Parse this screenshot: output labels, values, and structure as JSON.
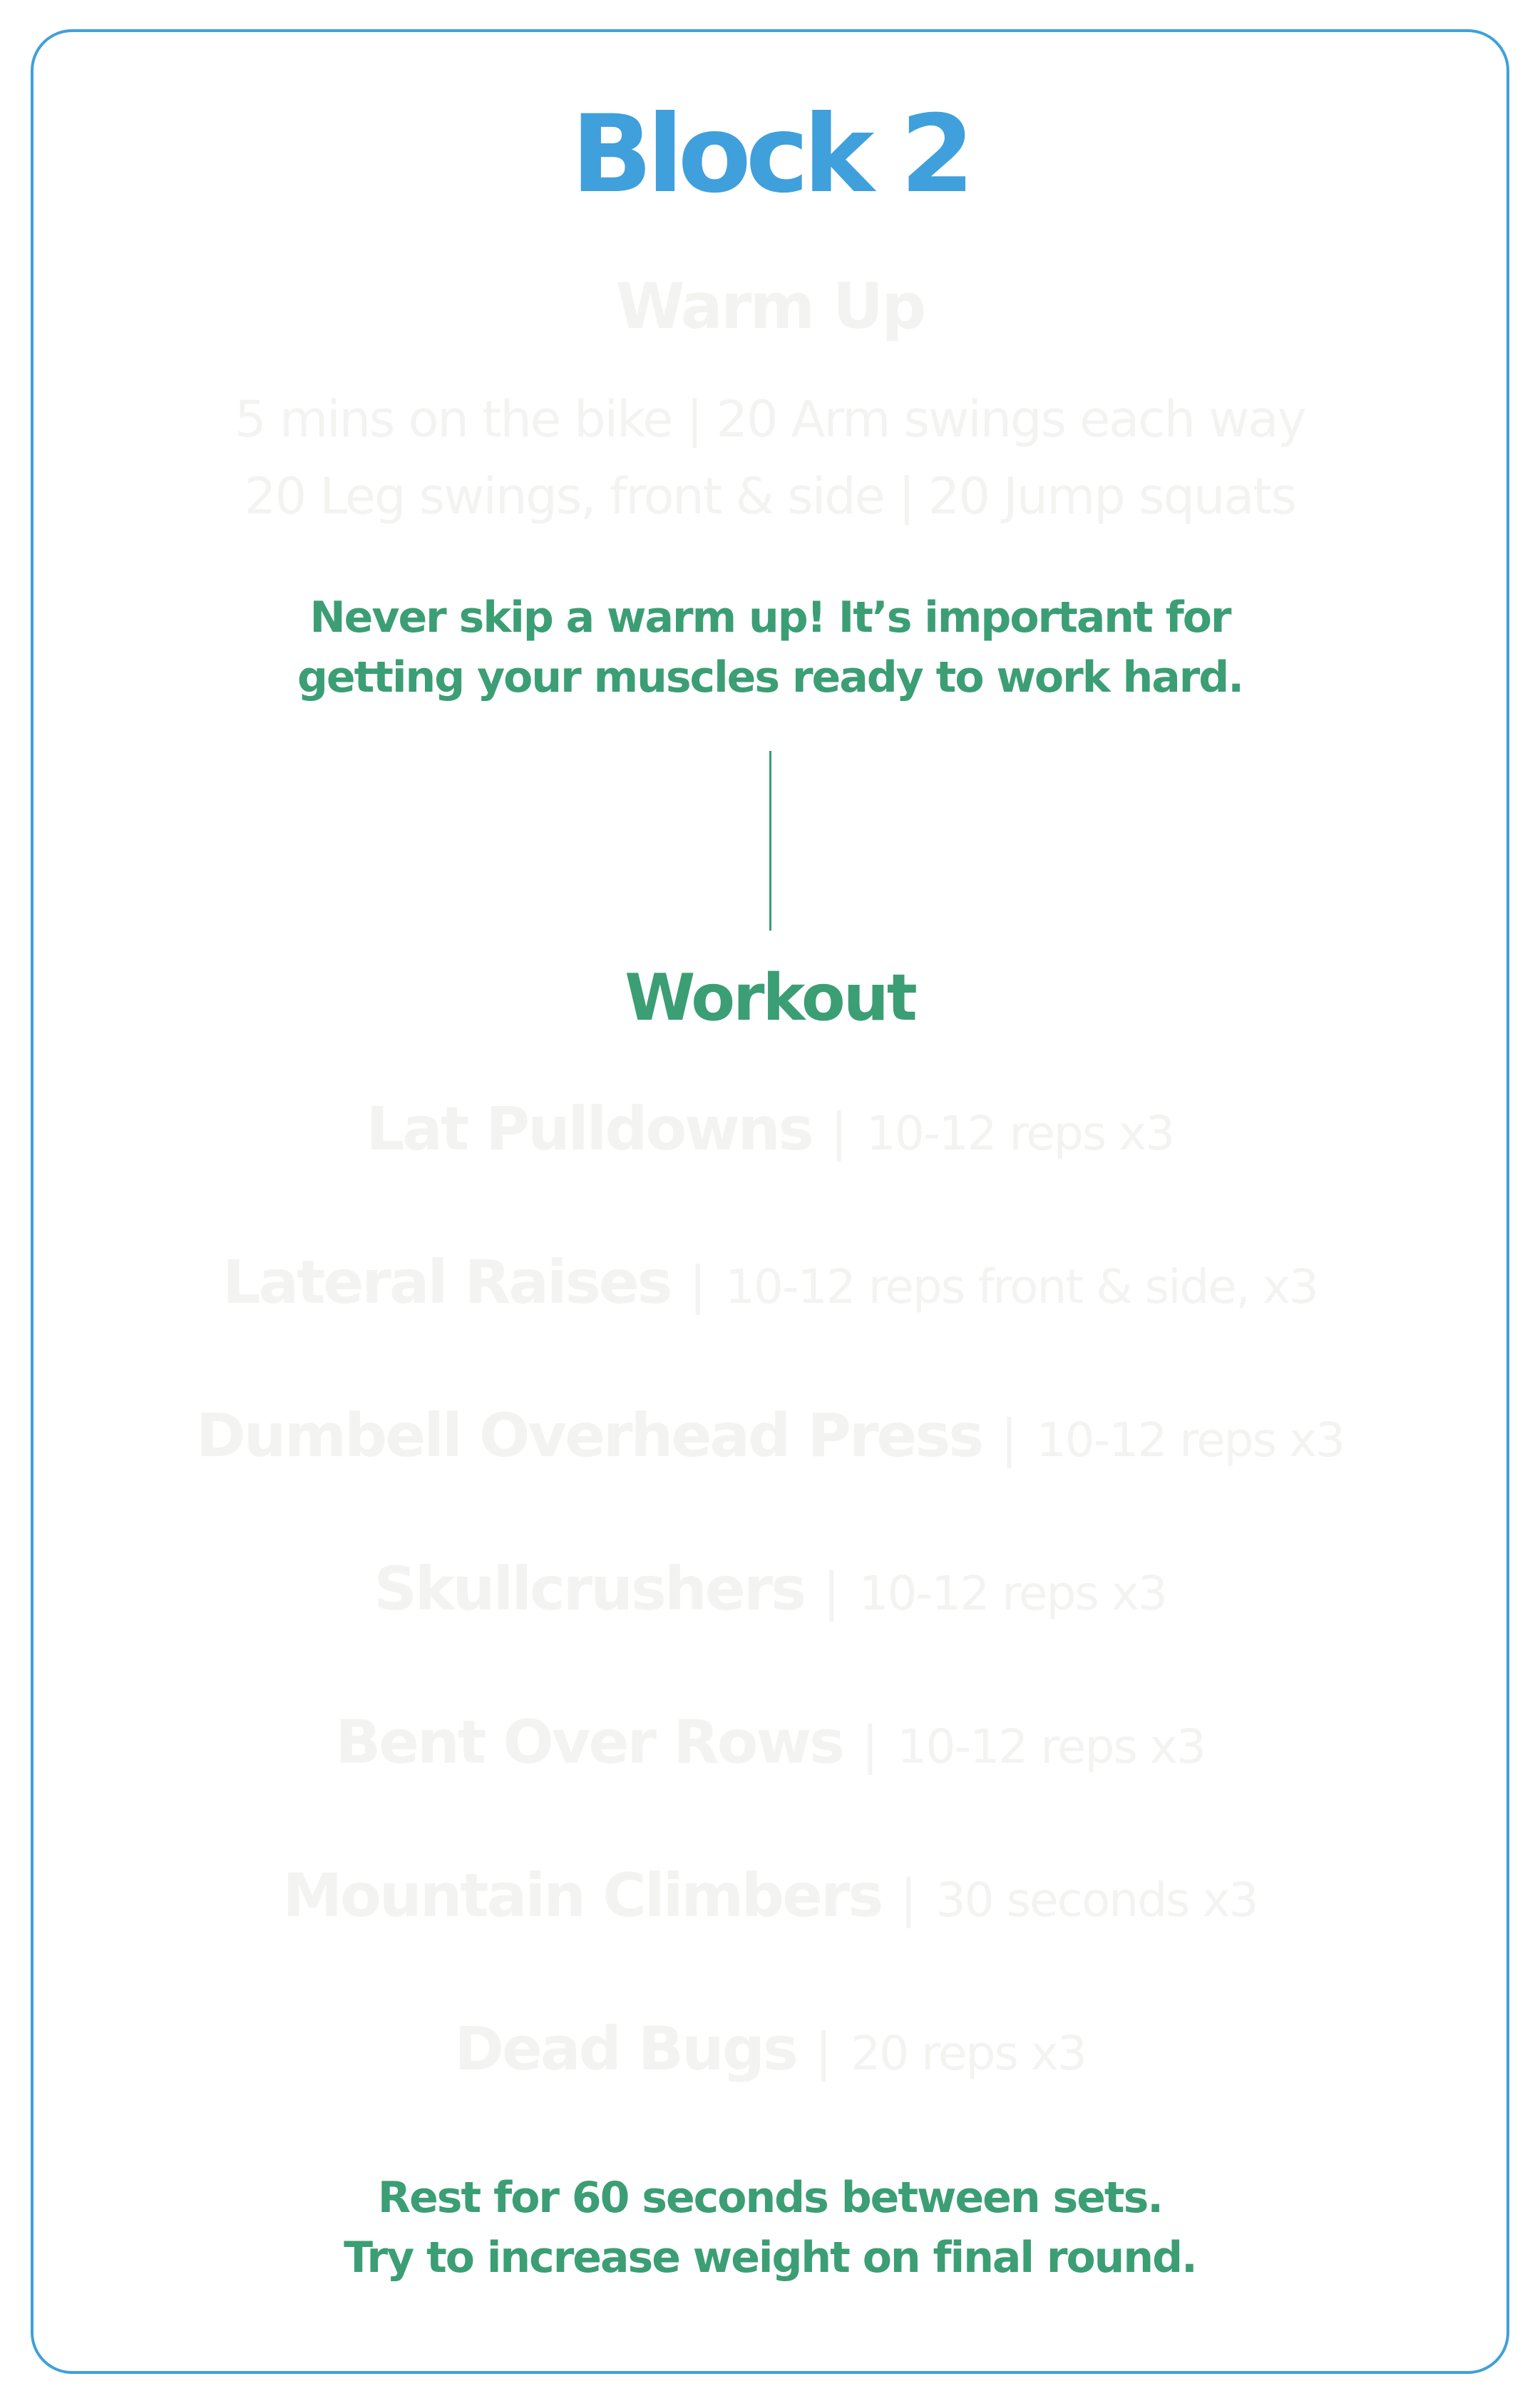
{
  "title": "Block 2",
  "warmup": {
    "heading": "Warm Up",
    "lines": [
      "5 mins on the bike  |  20 Arm swings each way",
      "20 Leg swings, front & side  |  20 Jump squats"
    ],
    "note_lines": [
      "Never skip a warm up! It’s important for",
      "getting your muscles ready to work hard."
    ]
  },
  "workout": {
    "heading": "Workout",
    "separator": "|",
    "exercises": [
      {
        "name": "Lat Pulldowns",
        "detail": "10-12 reps x3"
      },
      {
        "name": "Lateral Raises",
        "detail": "10-12 reps front & side, x3"
      },
      {
        "name": "Dumbell Overhead Press",
        "detail": "10-12 reps x3"
      },
      {
        "name": "Skullcrushers",
        "detail": "10-12 reps x3"
      },
      {
        "name": "Bent Over Rows",
        "detail": "10-12 reps x3"
      },
      {
        "name": "Mountain Climbers",
        "detail": "30 seconds x3"
      },
      {
        "name": "Dead Bugs",
        "detail": "20 reps x3"
      }
    ],
    "note_lines": [
      "Rest for 60 seconds between sets.",
      "Try to increase weight on final round."
    ]
  },
  "colors": {
    "title": "#3fa0dc",
    "border": "#3fa0dc",
    "accent_green": "#3b9e74",
    "faded_text": "#f3f3f1"
  }
}
